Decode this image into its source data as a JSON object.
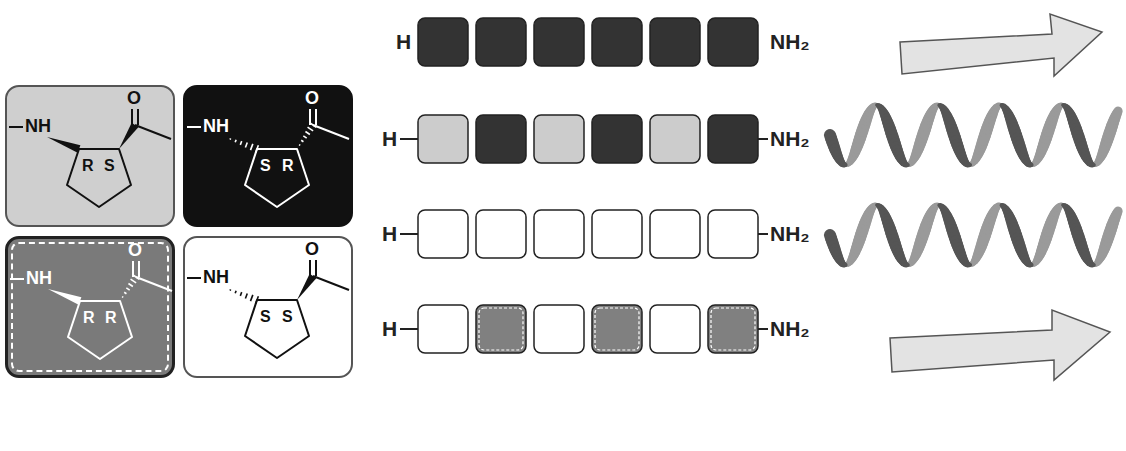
{
  "diagram": {
    "nodes": [
      {
        "text": [
          "NH",
          "O",
          "R",
          "S"
        ]
      },
      {
        "text": [
          "NH",
          "O",
          "S",
          "R"
        ]
      },
      {
        "text": [
          "NH",
          "O",
          "R",
          "R"
        ]
      },
      {
        "text": [
          "NH",
          "O",
          "S",
          "S"
        ]
      }
    ],
    "labels": [
      "H",
      "NH₂",
      "H",
      "NH₂",
      "H",
      "NH₂",
      "H",
      "NH₂"
    ]
  }
}
